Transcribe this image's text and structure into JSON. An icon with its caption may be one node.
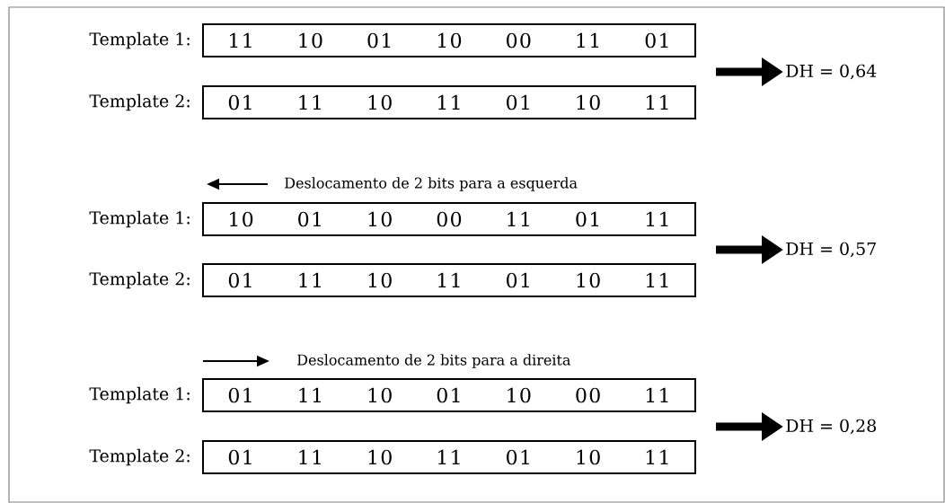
{
  "diagram": {
    "nodes": [
      {
        "text": [
          "11 10 01 10 00 11 01"
        ],
        "beside": [
          "Template 1:"
        ]
      },
      {
        "text": [
          "01 11 10 11 01 10 11"
        ],
        "beside": [
          "Template 2:"
        ]
      },
      {
        "text": [
          "DH = 0,64"
        ]
      },
      {
        "text": [
          "10 01 10 00 11 01 11"
        ],
        "beside": [
          "Template 1:"
        ]
      },
      {
        "text": [
          "01 11 10 11 01 10 11"
        ],
        "beside": [
          "Template 2:"
        ]
      },
      {
        "text": [
          "DH = 0,57"
        ]
      },
      {
        "text": [
          "01 11 10 01 10 00 11"
        ],
        "beside": [
          "Template 1:"
        ]
      },
      {
        "text": [
          "01 11 10 11 01 10 11"
        ],
        "beside": [
          "Template 2:"
        ]
      },
      {
        "text": [
          "DH = 0,28"
        ]
      }
    ],
    "edges": [
      {
        "from": null,
        "to": 2,
        "arrow": "to"
      },
      {
        "from": null,
        "to": 5,
        "arrow": "to"
      },
      {
        "from": null,
        "to": 8,
        "arrow": "to"
      }
    ],
    "labels": [
      "Deslocamento de 2 bits para a esquerda",
      "Deslocamento de 2 bits para a direita"
    ]
  }
}
